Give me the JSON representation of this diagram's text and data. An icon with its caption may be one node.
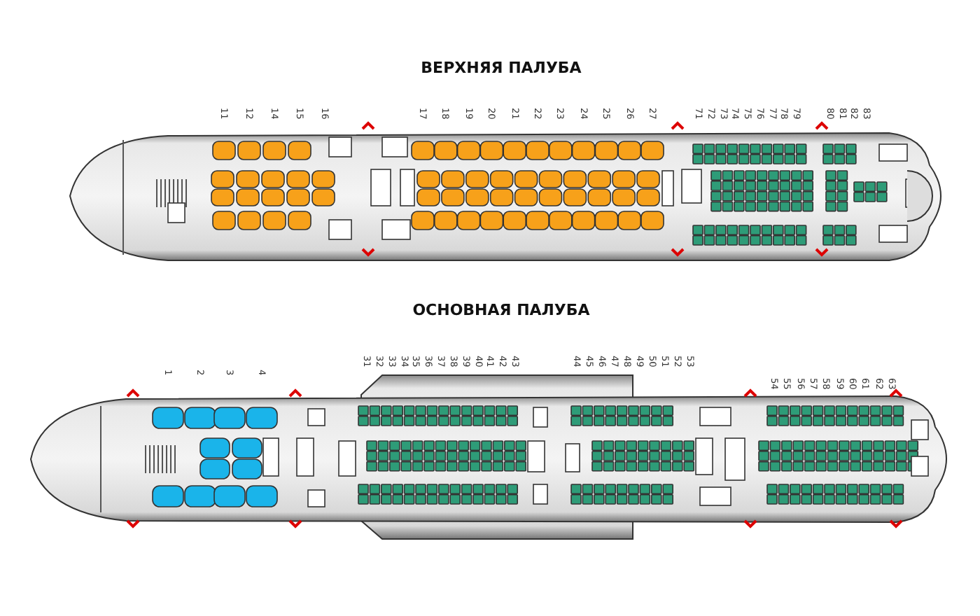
{
  "diagram": {
    "labels": [
      "ВЕРХНЯЯ ПАЛУБА",
      "11",
      "12",
      "14",
      "15",
      "16",
      "17",
      "18",
      "19",
      "20",
      "21",
      "22",
      "23",
      "24",
      "25",
      "26",
      "27",
      "71",
      "72",
      "73",
      "74",
      "75",
      "76",
      "77",
      "78",
      "79",
      "80",
      "81",
      "82",
      "83",
      "ОСНОВНАЯ ПАЛУБА",
      "1",
      "2",
      "3",
      "4",
      "31",
      "32",
      "33",
      "34",
      "35",
      "36",
      "37",
      "38",
      "39",
      "40",
      "41",
      "42",
      "43",
      "44",
      "45",
      "46",
      "47",
      "48",
      "49",
      "50",
      "51",
      "52",
      "53",
      "54",
      "55",
      "56",
      "57",
      "58",
      "59",
      "60",
      "61",
      "62",
      "63"
    ]
  }
}
